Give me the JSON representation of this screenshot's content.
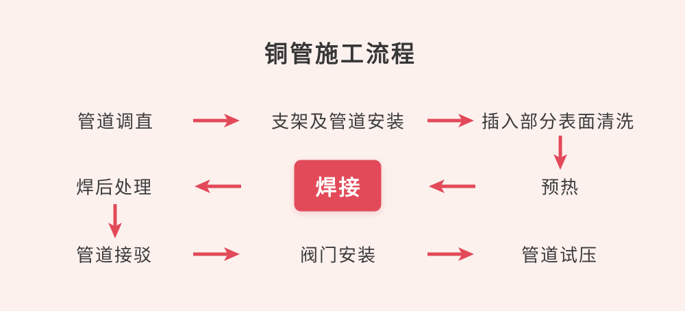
{
  "colors": {
    "background": "#fdf1ee",
    "accent": "#e24a59",
    "text": "#3b3b3b",
    "weld_text": "#ffffff"
  },
  "flowchart": {
    "title": "铜管施工流程",
    "steps": {
      "pipe_straightening": "管道调直",
      "bracket_and_pipe_install": "支架及管道安装",
      "insert_surface_cleaning": "插入部分表面清洗",
      "preheat": "预热",
      "welding": "焊接",
      "post_weld_treatment": "焊后处理",
      "pipe_connection": "管道接驳",
      "valve_installation": "阀门安装",
      "pipe_pressure_test": "管道试压"
    }
  }
}
